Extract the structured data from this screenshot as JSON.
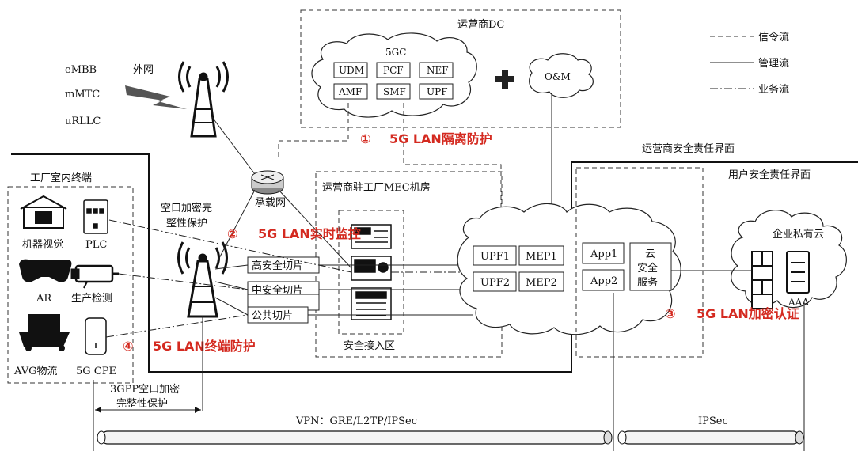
{
  "legend": {
    "signaling": "信令流",
    "management": "管理流",
    "service": "业务流"
  },
  "services": [
    "eMBB",
    "mMTC",
    "uRLLC"
  ],
  "external_network": "外网",
  "operator_dc": {
    "title": "运营商DC",
    "core_label": "5GC",
    "nfs": [
      "UDM",
      "PCF",
      "NEF",
      "AMF",
      "SMF",
      "UPF"
    ],
    "om": "O&M"
  },
  "bearer_network": "承载网",
  "air_protection": "空口加密完整性保护",
  "factory_terminals": {
    "title": "工厂室内终端",
    "devices": [
      "机器视觉",
      "PLC",
      "AR",
      "生产检测",
      "AVG物流",
      "5G CPE"
    ]
  },
  "slices": [
    "高安全切片",
    "中安全切片",
    "公共切片"
  ],
  "mec": {
    "title": "运营商驻工厂MEC机房",
    "access_zone": "安全接入区",
    "nodes": [
      "UPF1",
      "MEP1",
      "UPF2",
      "MEP2"
    ]
  },
  "operator_boundary": "运营商安全责任界面",
  "user_boundary": "用户安全责任界面",
  "apps": [
    "App1",
    "App2"
  ],
  "cloud_security": "云安全服务",
  "enterprise_cloud": {
    "title": "企业私有云",
    "aaa": "AAA"
  },
  "annotations": [
    {
      "num": "①",
      "text": "5G LAN隔离防护"
    },
    {
      "num": "②",
      "text": "5G LAN实时监控"
    },
    {
      "num": "③",
      "text": "5G LAN加密认证"
    },
    {
      "num": "④",
      "text": "5G LAN终端防护"
    }
  ],
  "bottom": {
    "gpp": "3GPP空口加密完整性保护",
    "vpn": "VPN：GRE/L2TP/IPSec",
    "ipsec": "IPSec"
  },
  "colors": {
    "annotation": "#d42a20"
  }
}
